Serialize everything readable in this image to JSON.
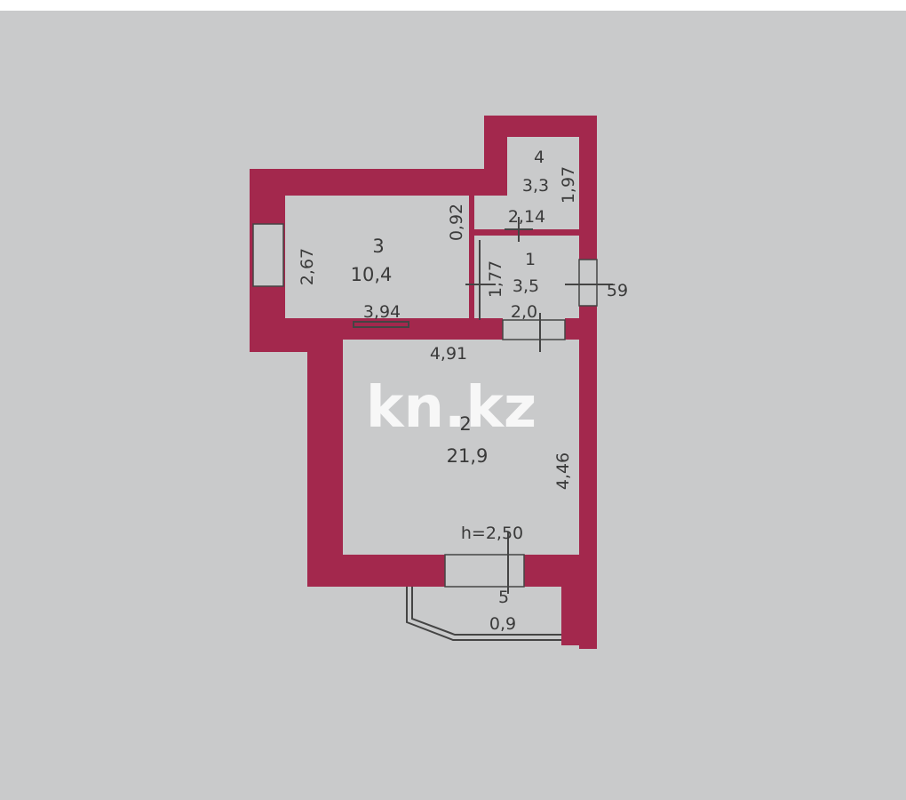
{
  "colors": {
    "paper": "#c9cacb",
    "paper_edge": "#bdbebf",
    "wall": "#a3284d",
    "line": "#444444",
    "watermark": "#ffffff"
  },
  "watermark": "kn.kz",
  "height_note": "h=2,50",
  "rooms": [
    {
      "id": "1",
      "number": "1",
      "area": "3,5"
    },
    {
      "id": "2",
      "number": "2",
      "area": "21,9"
    },
    {
      "id": "3",
      "number": "3",
      "area": "10,4"
    },
    {
      "id": "4",
      "number": "4",
      "area": "3,3"
    },
    {
      "id": "5",
      "number": "5",
      "area": "0,9"
    }
  ],
  "dimensions": {
    "room3_height": "2,67",
    "room3_width": "3,94",
    "room4_height": "1,97",
    "room4_width": "2,14",
    "small_wall": "0,92",
    "room1_height": "1,77",
    "room1_width": "2,0",
    "room1_side": "59",
    "room2_width": "4,91",
    "room2_height": "4,46"
  }
}
